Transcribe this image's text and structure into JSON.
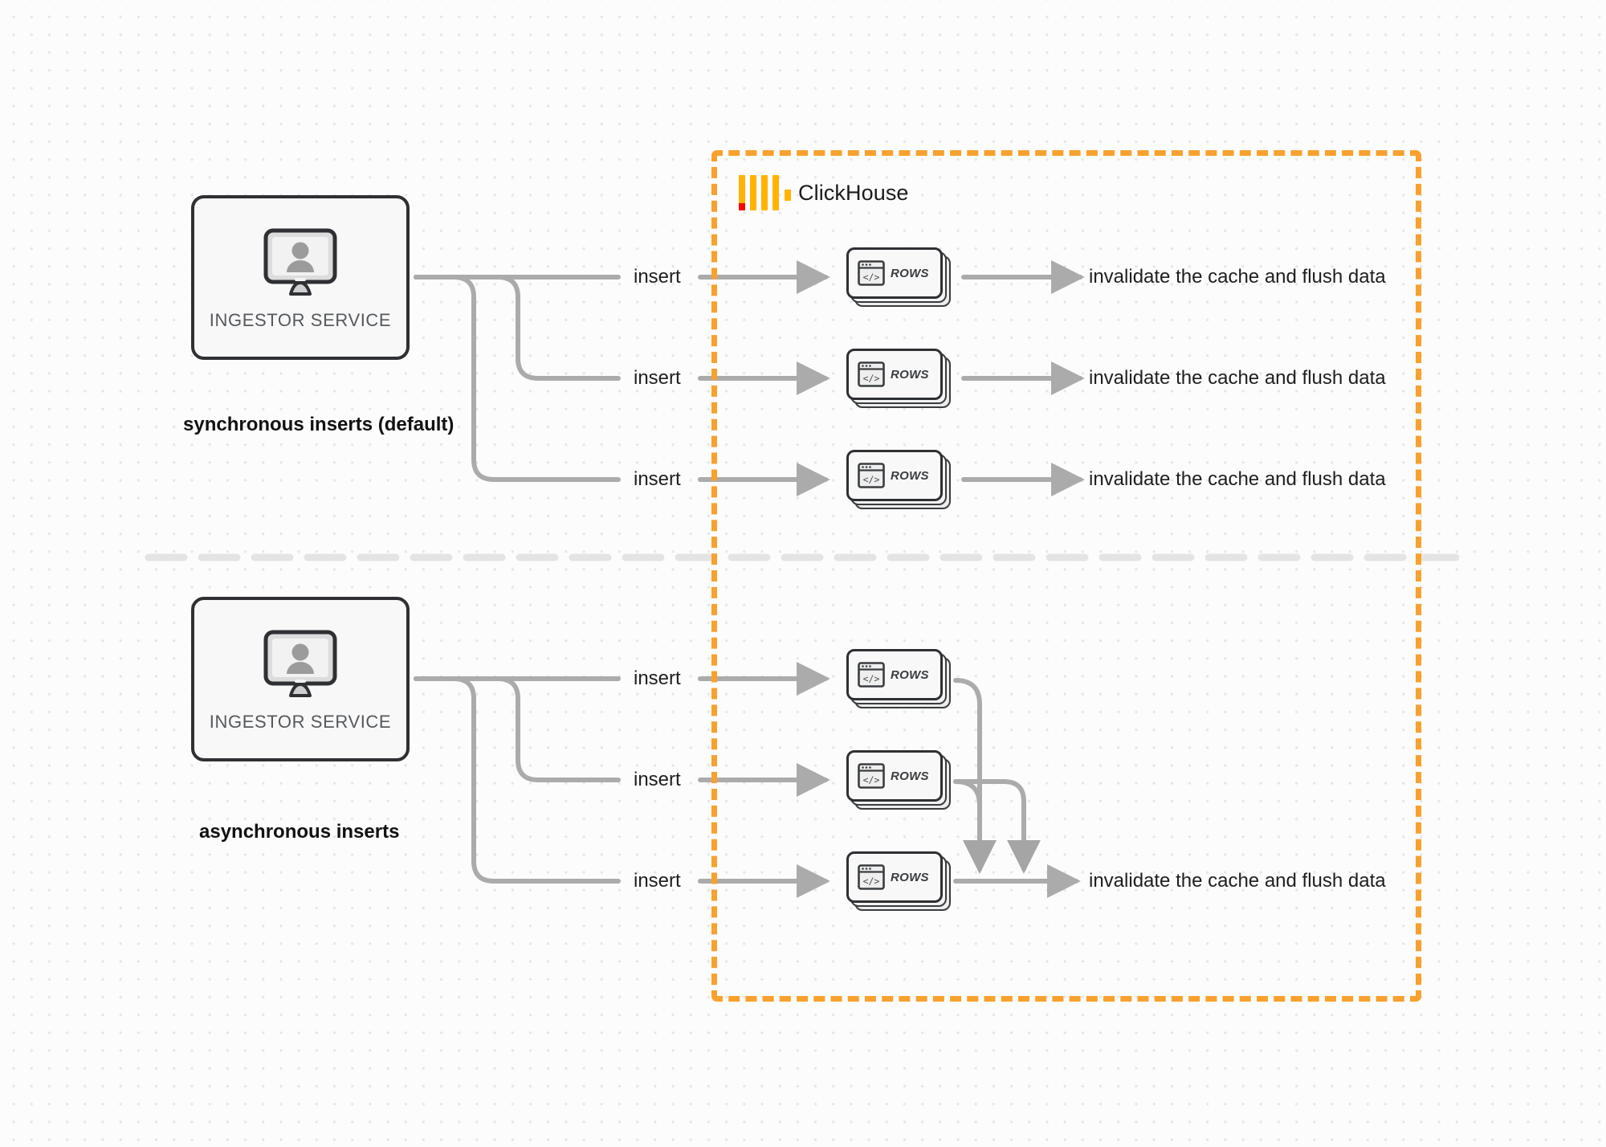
{
  "diagram": {
    "title": "ClickHouse synchronous vs asynchronous inserts",
    "background": "#fcfcfc",
    "accent_orange": "#f8a12e",
    "line_gray": "#aaaaaa",
    "ink": "#2e3033"
  },
  "clickhouse": {
    "brand_label": "ClickHouse",
    "logo_name": "clickhouse-logo",
    "border_color": "#f8a12e"
  },
  "sections": [
    {
      "id": "synchronous",
      "mode_label": "synchronous inserts (default)",
      "service": {
        "label": "INGESTOR SERVICE",
        "icon": "user-monitor-icon"
      },
      "branches": [
        {
          "insert_label": "insert",
          "rows_label": "ROWS",
          "rows_icon": "code-window-icon",
          "flush_label": "invalidate the cache and flush data"
        },
        {
          "insert_label": "insert",
          "rows_label": "ROWS",
          "rows_icon": "code-window-icon",
          "flush_label": "invalidate the cache and flush data"
        },
        {
          "insert_label": "insert",
          "rows_label": "ROWS",
          "rows_icon": "code-window-icon",
          "flush_label": "invalidate the cache and flush data"
        }
      ]
    },
    {
      "id": "asynchronous",
      "mode_label": "asynchronous inserts",
      "service": {
        "label": "INGESTOR SERVICE",
        "icon": "user-monitor-icon"
      },
      "branches": [
        {
          "insert_label": "insert",
          "rows_label": "ROWS",
          "rows_icon": "code-window-icon"
        },
        {
          "insert_label": "insert",
          "rows_label": "ROWS",
          "rows_icon": "code-window-icon"
        },
        {
          "insert_label": "insert",
          "rows_label": "ROWS",
          "rows_icon": "code-window-icon"
        }
      ],
      "merged_flush_label": "invalidate the cache and flush data"
    }
  ]
}
